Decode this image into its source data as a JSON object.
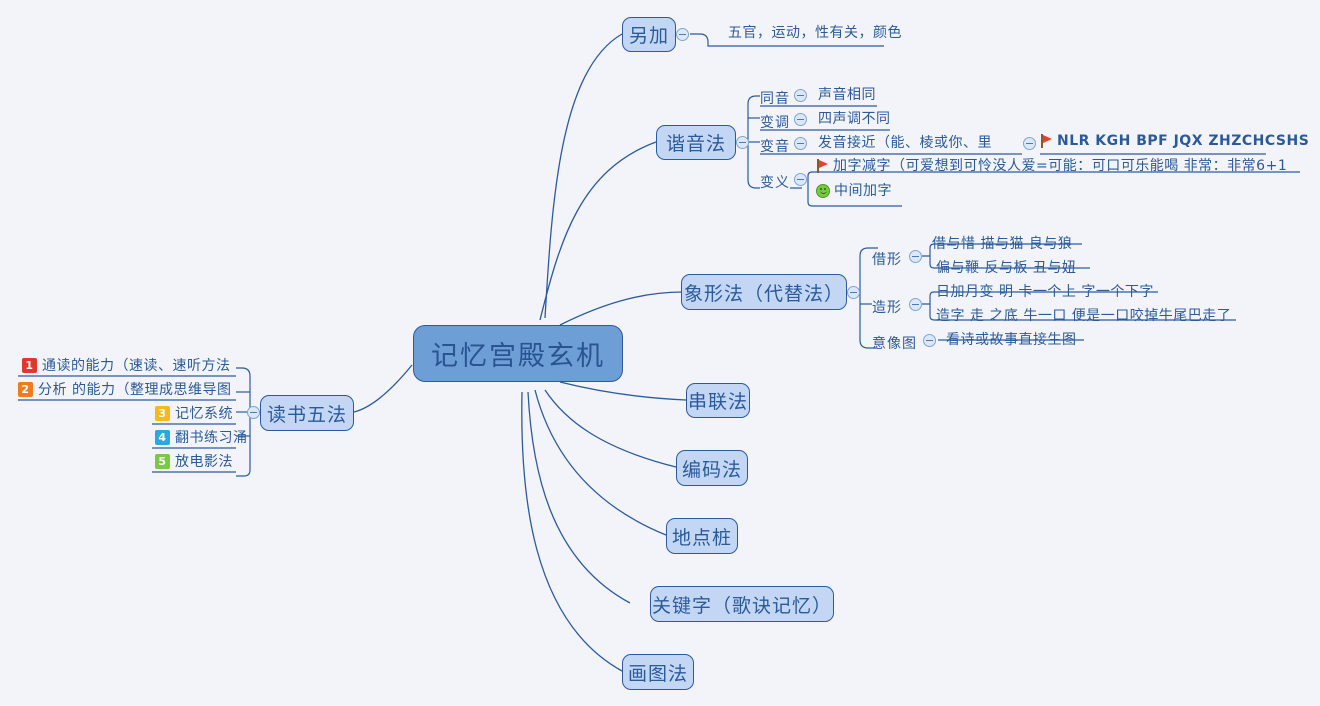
{
  "background": "#f2f4fa",
  "colors": {
    "central_fill": "#6d9ed6",
    "node_fill": "#c3d7f5",
    "node_border": "#2c5aa0",
    "text": "#2b5a9b",
    "badge1": "#e0382a",
    "badge2": "#f07c1e",
    "badge3": "#f5b919",
    "badge4": "#29a9df",
    "badge5": "#7ac943"
  },
  "central": {
    "label": "记忆宫殿玄机"
  },
  "branches": {
    "add": {
      "label": "另加",
      "leaf": "五官，运动，性有关，颜色"
    },
    "homophone": {
      "label": "谐音法",
      "children": [
        {
          "label": "同音",
          "text": "声音相同"
        },
        {
          "label": "变调",
          "text": "四声调不同"
        },
        {
          "label": "变音",
          "text": "发音接近（能、棱或你、里",
          "extra": "NLR  KGH BPF JQX  ZHZCHCSHS"
        },
        {
          "label": "变义",
          "rows": [
            {
              "icon": "flag-icon",
              "text": "加字减字（可爱想到可怜没人爱=可能：可口可乐能喝  非常：非常6+1"
            },
            {
              "icon": "smiley-icon",
              "text": "中间加字"
            }
          ]
        }
      ]
    },
    "pictograph": {
      "label": "象形法（代替法）",
      "children": [
        {
          "label": "借形",
          "rows": [
            "借与惜 描与猫 良与狼",
            "偏与鞭  反与板  丑与妞"
          ]
        },
        {
          "label": "造形",
          "rows": [
            "日加月变 明  卡一个上 字一个下字",
            "造字 走 之底 牛一口  便是一口咬掉牛尾巴走了"
          ]
        },
        {
          "label": "意像图",
          "rows": [
            "看诗或故事直接生图"
          ]
        }
      ]
    },
    "series": {
      "label": "串联法"
    },
    "encode": {
      "label": "编码法"
    },
    "locus": {
      "label": "地点桩"
    },
    "keyword": {
      "label": "关键字（歌诀记忆）"
    },
    "drawing": {
      "label": "画图法"
    },
    "reading": {
      "label": "读书五法",
      "items": [
        {
          "num": "1",
          "text": "通读的能力（速读、速听方法"
        },
        {
          "num": "2",
          "text": "分析 的能力（整理成思维导图"
        },
        {
          "num": "3",
          "text": "记忆系统"
        },
        {
          "num": "4",
          "text": "翻书练习涌"
        },
        {
          "num": "5",
          "text": "放电影法"
        }
      ]
    }
  }
}
